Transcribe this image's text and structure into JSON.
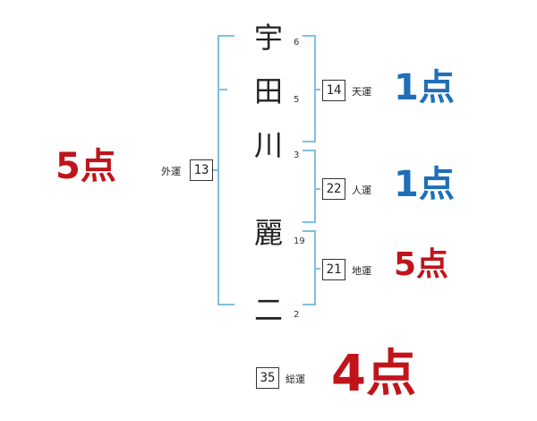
{
  "name": {
    "characters": [
      {
        "char": "宇",
        "strokes": "6"
      },
      {
        "char": "田",
        "strokes": "5"
      },
      {
        "char": "川",
        "strokes": "3"
      },
      {
        "char": "麗",
        "strokes": "19"
      },
      {
        "char": "二",
        "strokes": "2"
      }
    ]
  },
  "fortunes": {
    "gaiun": {
      "label": "外運",
      "value": "13",
      "score": "5点",
      "color": "#c0141b"
    },
    "tenun": {
      "label": "天運",
      "value": "14",
      "score": "1点",
      "color": "#1f6fb8"
    },
    "jinun": {
      "label": "人運",
      "value": "22",
      "score": "1点",
      "color": "#1f6fb8"
    },
    "chiun": {
      "label": "地運",
      "value": "21",
      "score": "5点",
      "color": "#c0141b"
    },
    "souun": {
      "label": "総運",
      "value": "35",
      "score": "4点",
      "color": "#c0141b"
    }
  },
  "colors": {
    "bracket": "#7fbfe0",
    "blue_score": "#1f6fb8",
    "red_score": "#c0141b"
  }
}
